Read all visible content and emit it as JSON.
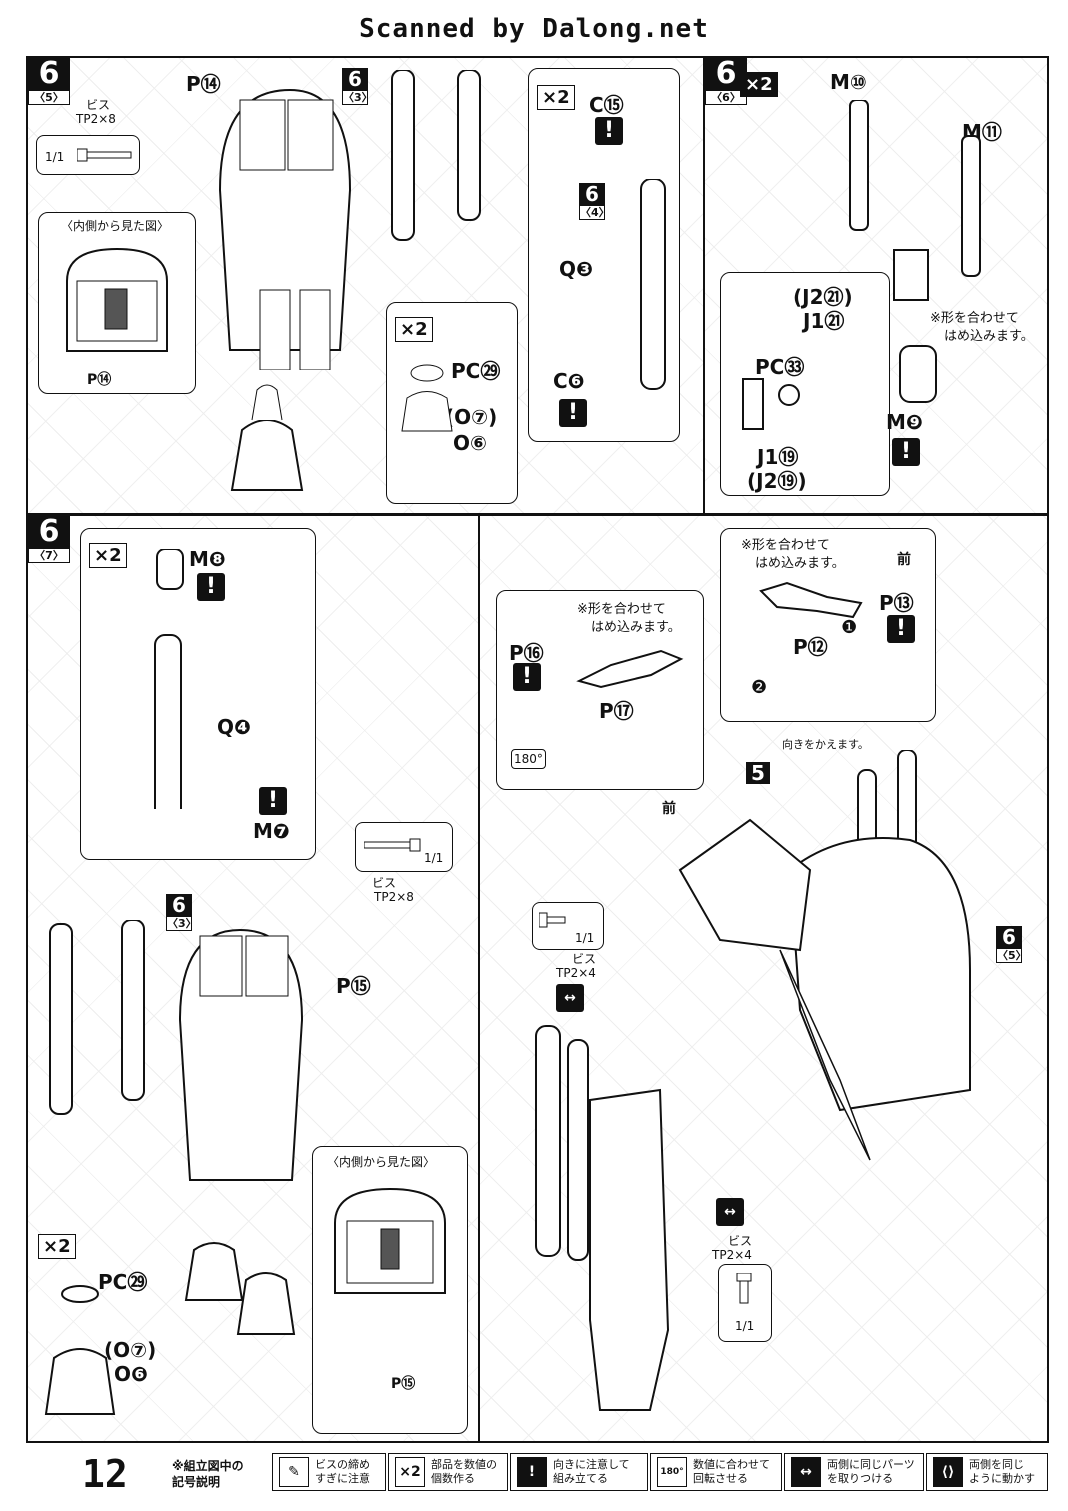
{
  "header": {
    "scan_credit": "Scanned by Dalong.net"
  },
  "page_number": "12",
  "top_left": {
    "step": "6",
    "sub": "〈5〉",
    "sub_b": "〈3〉",
    "step_b": "6",
    "screw_label": "ビス",
    "screw_size": "TP2×8",
    "scale": "1/1",
    "part_top": "P⑭",
    "inner_view_title": "〈内側から見た図〉",
    "inner_part": "P⑭",
    "x2": "×2",
    "pc": "PC㉙",
    "o7": "(O⑦)",
    "o6": "O⑥"
  },
  "top_mid": {
    "x2": "×2",
    "c15": "C⑮",
    "step": "6",
    "sub": "〈4〉",
    "q3": "Q❸",
    "c6": "C❻"
  },
  "top_right": {
    "step": "6",
    "sub": "〈6〉",
    "x2": "×2",
    "m10": "M⑩",
    "m11": "M⑪",
    "j2_21": "(J2㉑)",
    "j1_21": "J1㉑",
    "note": "※形を合わせて",
    "note2": "はめ込みます。",
    "pc33": "PC㉝",
    "m9": "M❾",
    "j1_19": "J1⑲",
    "j2_19": "(J2⑲)"
  },
  "bottom_left": {
    "step": "6",
    "sub": "〈7〉",
    "x2": "×2",
    "m8": "M❽",
    "q4": "Q❹",
    "m7": "M❼",
    "step_b": "6",
    "sub_b": "〈3〉",
    "scale": "1/1",
    "screw_label": "ビス",
    "screw_size": "TP2×8",
    "p15": "P⑮",
    "inner_view_title": "〈内側から見た図〉",
    "inner_part": "P⑮",
    "x2_b": "×2",
    "pc": "PC㉙",
    "o7": "(O⑦)",
    "o6": "O❻"
  },
  "bottom_right": {
    "note_a": "※形を合わせて",
    "note_a2": "はめ込みます。",
    "p16": "P⑯",
    "p17": "P⑰",
    "note_b": "※形を合わせて",
    "note_b2": "はめ込みます。",
    "front": "前",
    "p13": "P⑬",
    "p12": "P⑫",
    "num1": "❶",
    "num2": "❷",
    "rot": "180°",
    "turn": "向きをかえます。",
    "step5": "5",
    "front_b": "前",
    "scale": "1/1",
    "screw_label": "ビス",
    "screw_size": "TP2×4",
    "step6": "6",
    "sub6": "〈5〉",
    "screw_label_b": "ビス",
    "screw_size_b": "TP2×4",
    "scale_b": "1/1"
  },
  "legend": {
    "title_1": "※組立図中の",
    "title_2": "記号説明",
    "items": [
      {
        "icon": "screw-tighten-icon",
        "l1": "ビスの締め",
        "l2": "すぎに注意"
      },
      {
        "icon": "×2",
        "l1": "部品を数値の",
        "l2": "個数作る"
      },
      {
        "icon": "!",
        "l1": "向きに注意して",
        "l2": "組み立てる"
      },
      {
        "icon": "180°",
        "l1": "数値に合わせて",
        "l2": "回転させる"
      },
      {
        "icon": "mirror-icon",
        "l1": "両側に同じパーツ",
        "l2": "を取りつける"
      },
      {
        "icon": "move-both-icon",
        "l1": "両側を同じ",
        "l2": "ように動かす"
      }
    ]
  }
}
